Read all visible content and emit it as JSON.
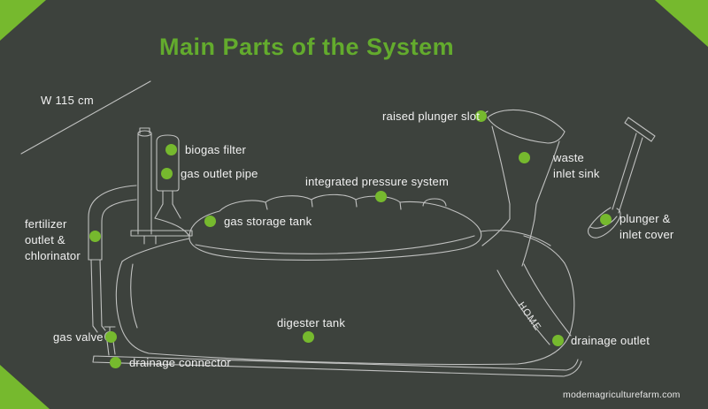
{
  "title": "Main Parts of the System",
  "measurement": {
    "width_label": "W 115 cm"
  },
  "diagram": {
    "home_text": "HOME"
  },
  "watermark": "modemagriculturefarm.com",
  "colors": {
    "background": "#3d423d",
    "accent_green": "#76b92e",
    "title_green": "#63ab2d",
    "line_art": "#d8d8d8",
    "label_text": "#f1f1f1"
  },
  "labels": [
    {
      "id": "biogas-filter",
      "text": "biogas filter"
    },
    {
      "id": "gas-outlet-pipe",
      "text": "gas outlet pipe"
    },
    {
      "id": "fertilizer-outlet-chlorinator",
      "text": "fertilizer\noutlet &\nchlorinator"
    },
    {
      "id": "gas-storage-tank",
      "text": "gas storage tank"
    },
    {
      "id": "integrated-pressure-system",
      "text": "integrated pressure system"
    },
    {
      "id": "raised-plunger-slot",
      "text": "raised plunger slot"
    },
    {
      "id": "waste-inlet-sink",
      "text": "waste\ninlet sink"
    },
    {
      "id": "plunger-inlet-cover",
      "text": "plunger &\ninlet cover"
    },
    {
      "id": "gas-valve",
      "text": "gas valve"
    },
    {
      "id": "drainage-connector",
      "text": "drainage connector"
    },
    {
      "id": "digester-tank",
      "text": "digester tank"
    },
    {
      "id": "drainage-outlet",
      "text": "drainage outlet"
    }
  ]
}
